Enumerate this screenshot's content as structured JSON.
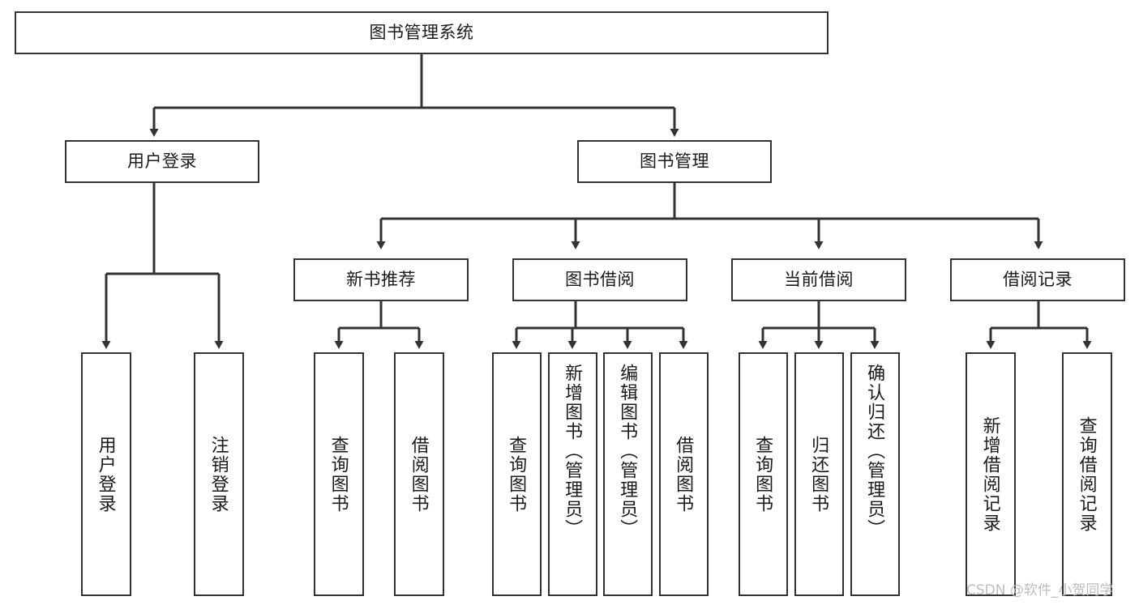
{
  "diagram": {
    "title": "图书管理系统",
    "type": "tree-hierarchy-chart",
    "colors": {
      "box_border": "#333333",
      "box_fill": "#ffffff",
      "connector": "#333333",
      "text": "#1a1a1a",
      "watermark": "#bdbdbd",
      "background": "#ffffff"
    },
    "root": {
      "label": "图书管理系统"
    },
    "level2": [
      {
        "label": "用户登录"
      },
      {
        "label": "图书管理"
      }
    ],
    "level3": [
      {
        "label": "新书推荐"
      },
      {
        "label": "图书借阅"
      },
      {
        "label": "当前借阅"
      },
      {
        "label": "借阅记录"
      }
    ],
    "leaves": {
      "user_login": [
        {
          "label": "用户登录"
        },
        {
          "label": "注销登录"
        }
      ],
      "new_book_recommend": [
        {
          "label": "查询图书"
        },
        {
          "label": "借阅图书"
        }
      ],
      "book_borrow": [
        {
          "label": "查询图书"
        },
        {
          "label": "新增图书（管理员）"
        },
        {
          "label": "编辑图书（管理员）"
        },
        {
          "label": "借阅图书"
        }
      ],
      "current_borrow": [
        {
          "label": "查询图书"
        },
        {
          "label": "归还图书"
        },
        {
          "label": "确认归还（管理员）"
        }
      ],
      "borrow_record": [
        {
          "label": "新增借阅记录"
        },
        {
          "label": "查询借阅记录"
        }
      ]
    }
  },
  "watermark": {
    "text": "CSDN @软件_小贺同学"
  }
}
